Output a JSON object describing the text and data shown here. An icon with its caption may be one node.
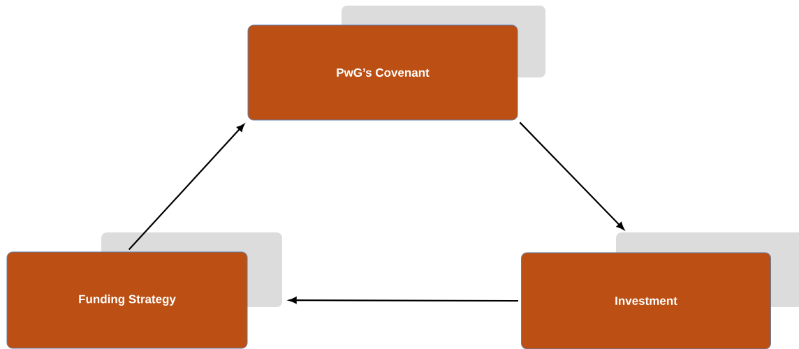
{
  "diagram": {
    "nodes": [
      {
        "text": [
          "PwG’s Covenant"
        ]
      },
      {
        "text": [
          "Investment"
        ]
      },
      {
        "text": [
          "Funding Strategy"
        ]
      }
    ],
    "edges": [
      {
        "from": 0,
        "to": 1,
        "arrow": "to"
      },
      {
        "from": 1,
        "to": 2,
        "arrow": "to"
      },
      {
        "from": 2,
        "to": 0,
        "arrow": "to"
      }
    ]
  }
}
